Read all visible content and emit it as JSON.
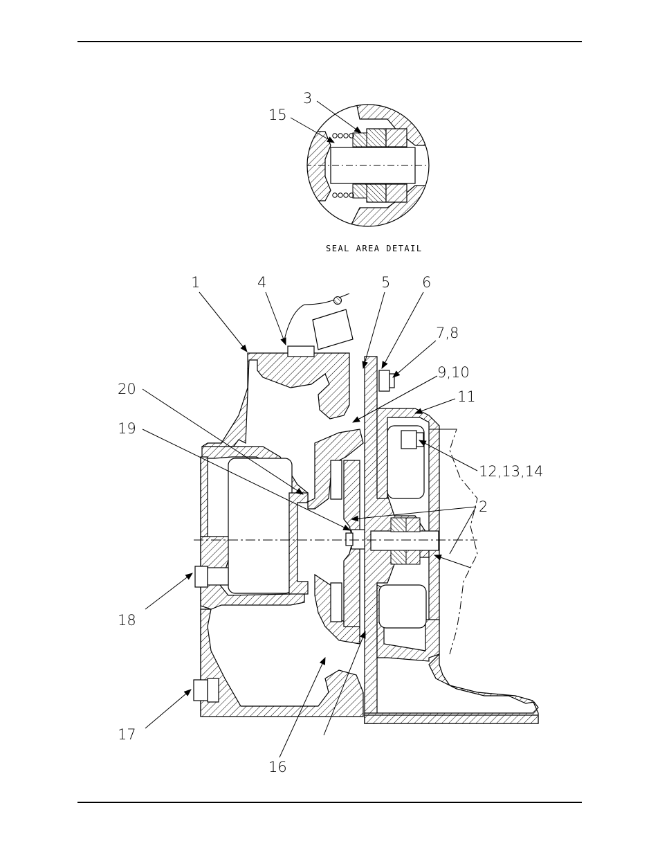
{
  "seal_detail": {
    "caption": "SEAL AREA DETAIL",
    "callouts": [
      "3",
      "15"
    ]
  },
  "main_view": {
    "callouts": [
      "1",
      "4",
      "5",
      "6",
      "7,8",
      "9,10",
      "11",
      "20",
      "19",
      "12,13,14",
      "2",
      "18",
      "17",
      "16"
    ]
  },
  "colors": {
    "ink": "#000000",
    "paper": "#ffffff"
  }
}
